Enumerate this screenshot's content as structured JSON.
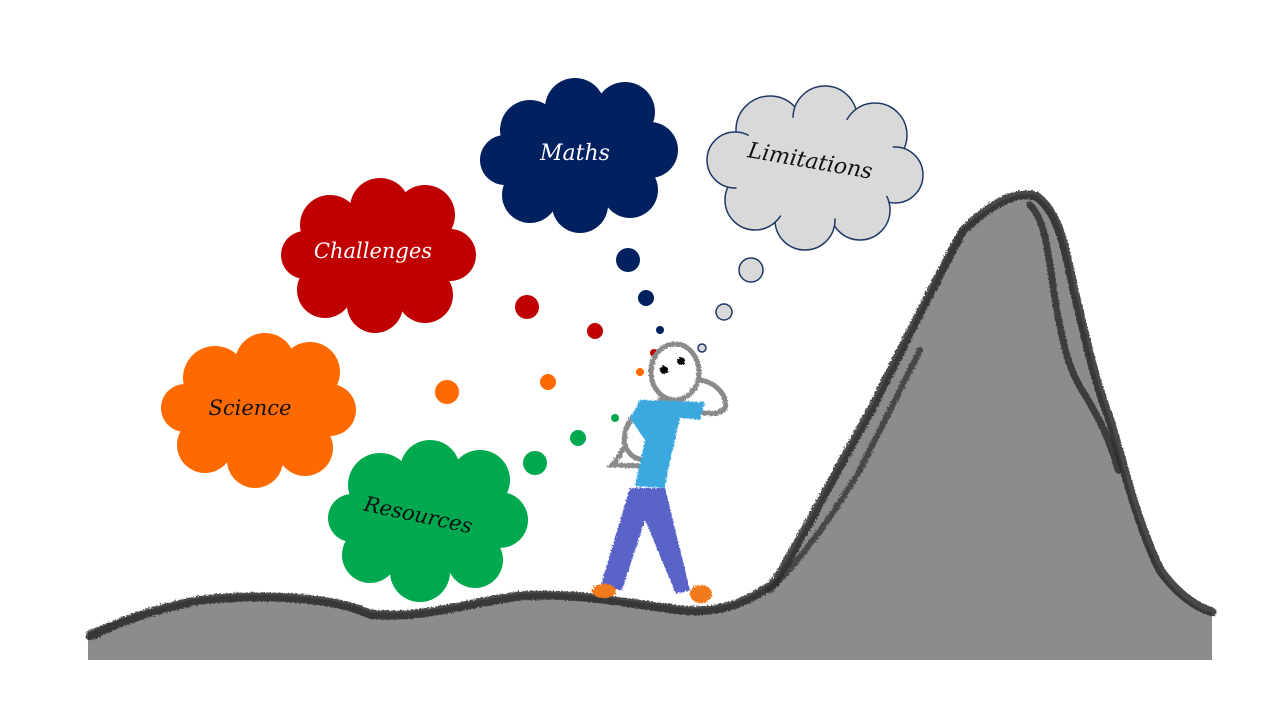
{
  "clouds": {
    "maths": {
      "label": "Maths",
      "fill": "#002060",
      "text_color": "#ffffff"
    },
    "limitations": {
      "label": "Limitations",
      "fill": "#d9d9d9",
      "stroke": "#1f3864",
      "text_color": "#111111"
    },
    "challenges": {
      "label": "Challenges",
      "fill": "#c00000",
      "text_color": "#ffffff"
    },
    "science": {
      "label": "Science",
      "fill": "#ff6a00",
      "text_color": "#111111"
    },
    "resources": {
      "label": "Resources",
      "fill": "#00a84f",
      "text_color": "#111111"
    }
  },
  "colors": {
    "background": "#ffffff",
    "ground": "#8c8c8c",
    "ridge_outline": "#2b2b2b",
    "figure_outline": "#8a8a8a",
    "shirt": "#3aa8e0",
    "trousers": "#5a63c8",
    "shoes": "#f07a1a"
  }
}
